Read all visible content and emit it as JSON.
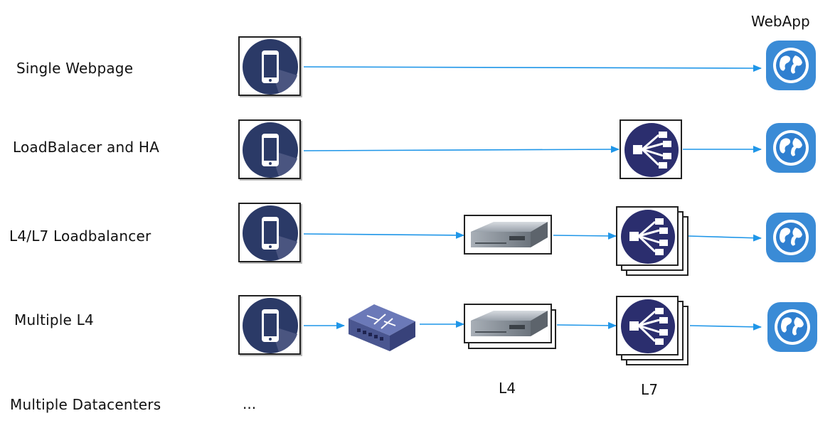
{
  "header": {
    "webapp": "WebApp"
  },
  "rows": [
    {
      "label": "Single Webpage"
    },
    {
      "label": "LoadBalacer and HA"
    },
    {
      "label": "L4/L7 Loadbalancer"
    },
    {
      "label": "Multiple L4"
    },
    {
      "label": "Multiple Datacenters"
    }
  ],
  "footer": {
    "l4": "L4",
    "l7": "L7",
    "ellipsis": "..."
  },
  "colors": {
    "arrow": "#1f96e8",
    "navy": "#2b3a67",
    "globe": "#3a8bd6"
  },
  "icons": [
    "phone-icon",
    "load-balancer-icon",
    "server-icon",
    "network-switch-icon",
    "globe-icon"
  ]
}
